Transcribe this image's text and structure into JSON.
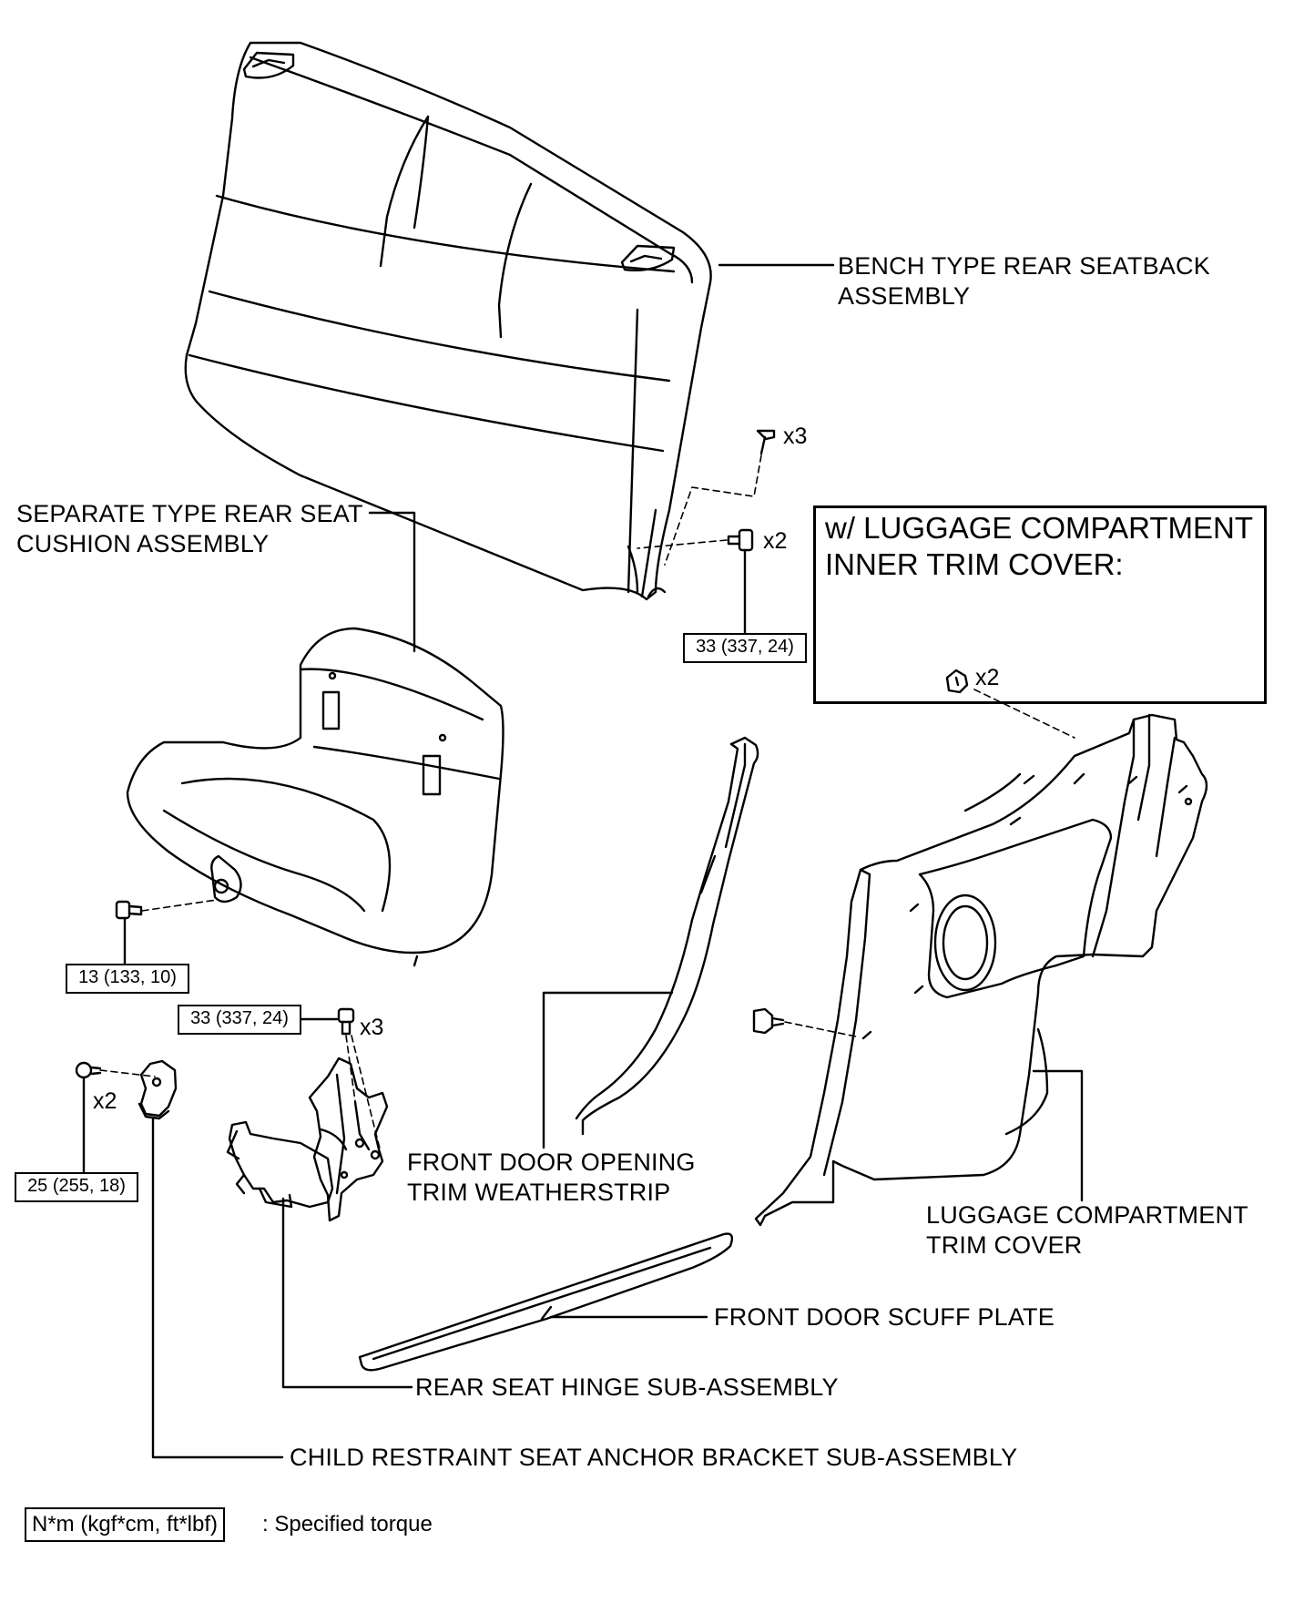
{
  "labels": {
    "seatback": [
      "BENCH TYPE REAR SEATBACK",
      "ASSEMBLY"
    ],
    "cushion": [
      "SEPARATE TYPE REAR SEAT",
      "CUSHION ASSEMBLY"
    ],
    "weatherstrip": [
      "FRONT DOOR OPENING",
      "TRIM WEATHERSTRIP"
    ],
    "luggage_trim": [
      "LUGGAGE COMPARTMENT",
      "TRIM COVER"
    ],
    "scuff_plate": "FRONT DOOR SCUFF PLATE",
    "hinge": "REAR SEAT HINGE SUB-ASSEMBLY",
    "anchor_bracket": "CHILD RESTRAINT SEAT ANCHOR BRACKET SUB-ASSEMBLY"
  },
  "inset": {
    "title": [
      "w/ LUGGAGE COMPARTMENT",
      "INNER TRIM COVER:"
    ],
    "quantity": "x2"
  },
  "torque_specs": {
    "seatback_bolt": "33 (337, 24)",
    "cushion_bolt": "13 (133, 10)",
    "hinge_bolt": "33 (337, 24)",
    "anchor_bolt": "25 (255, 18)"
  },
  "quantities": {
    "seatback_clip": "x3",
    "seatback_bolt": "x2",
    "hinge_bolt": "x3",
    "anchor_bolt": "x2"
  },
  "legend": {
    "unit": "N*m (kgf*cm, ft*lbf)",
    "description": ": Specified torque"
  }
}
